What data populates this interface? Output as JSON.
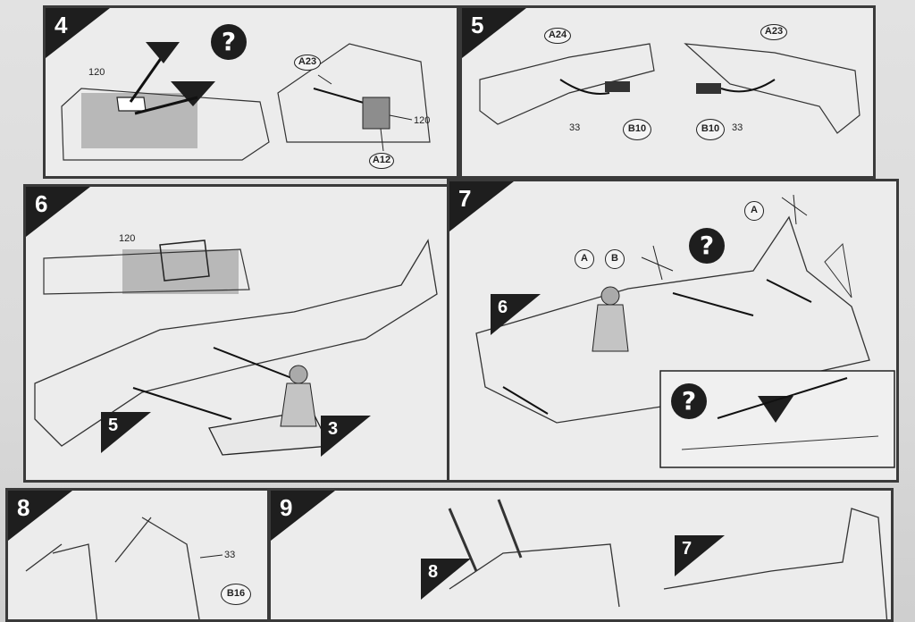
{
  "steps": {
    "s4": {
      "num": "4",
      "part_120a": "120",
      "part_a23": "A23",
      "part_120b": "120",
      "part_a12": "A12"
    },
    "s5": {
      "num": "5",
      "part_a24": "A24",
      "part_a23": "A23",
      "part_33a": "33",
      "part_b10a": "B10",
      "part_b10b": "B10",
      "part_33b": "33"
    },
    "s6": {
      "num": "6",
      "part_120": "120",
      "ref_5": "5",
      "ref_3": "3"
    },
    "s7": {
      "num": "7",
      "part_a": "A",
      "part_a2": "A",
      "part_b": "B",
      "ref_6": "6"
    },
    "s8": {
      "num": "8",
      "part_33": "33",
      "part_b16": "B16"
    },
    "s9": {
      "num": "9",
      "ref_8": "8",
      "ref_7": "7"
    }
  },
  "icons": {
    "question": "?"
  }
}
